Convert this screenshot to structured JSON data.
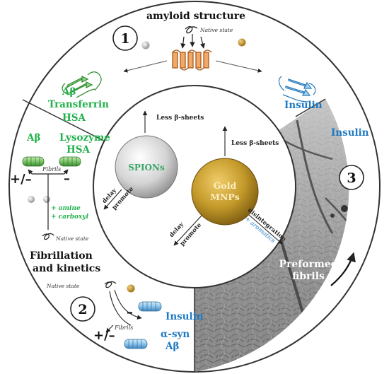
{
  "section1": {
    "number": "1",
    "title": "amyloid structure",
    "native_state": "Native state",
    "left_labels": [
      "Aβ",
      "Transferrin",
      "HSA"
    ],
    "right_label": "Insulin"
  },
  "section2": {
    "number": "2",
    "title_line1": "Fibrillation",
    "title_line2": "and kinetics",
    "left_labels": [
      "Aβ"
    ],
    "green_labels": [
      "Lysozyme",
      "HSA"
    ],
    "fibrils": "Fibrils",
    "plus_minus": "+/–",
    "minus": "–",
    "amine": "+ amine",
    "carboxyl": "+ carboxyl",
    "native_state_a": "Native state",
    "native_state_b": "Native state",
    "fibrils_b": "Fibrils",
    "minus_b": "–",
    "plus_minus_b": "+/–",
    "insulin": "Insulin",
    "asyn": "α-syn",
    "abeta": "Aβ"
  },
  "section3": {
    "number": "3",
    "insulin": "Insulin",
    "preformed_line1": "Preformed",
    "preformed_line2": "fibrils"
  },
  "center": {
    "spions": "SPIONs",
    "gold_line1": "Gold",
    "gold_line2": "MNPs",
    "less_beta_a": "Less β-sheets",
    "less_beta_b": "Less β-sheets",
    "delay_a": "delay",
    "promote_a": "promote",
    "delay_b": "delay",
    "promote_b": "promote",
    "disintegration": "disintegration",
    "aromatics": "+ aromatics"
  },
  "colors": {
    "green": "#22b14c",
    "blue": "#1f7ac2",
    "gold": "#b8860b",
    "text": "#1a1a1a"
  }
}
